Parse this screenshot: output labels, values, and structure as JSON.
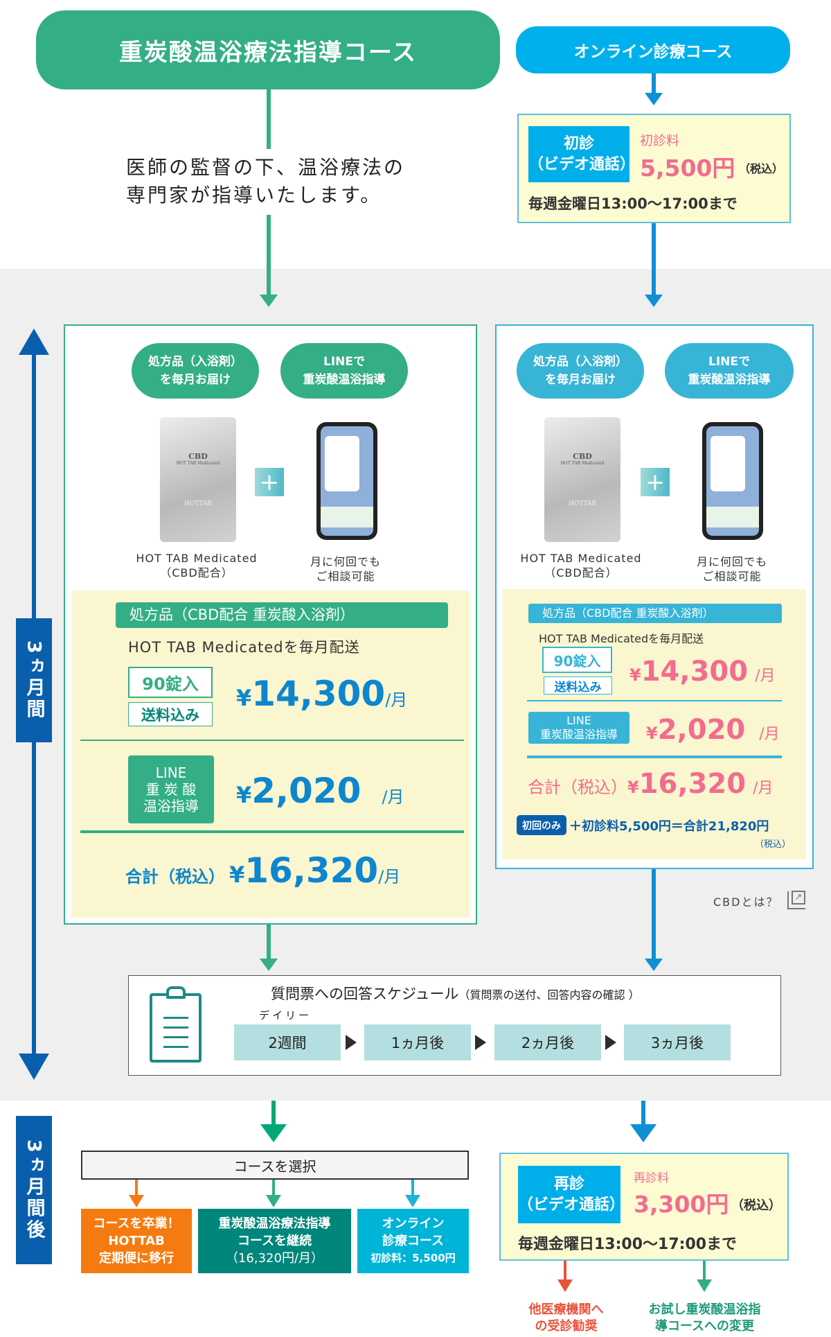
{
  "colors": {
    "green": "#33ae86",
    "teal": "#00867a",
    "cyan": "#00b0ec",
    "blue": "#0f8fd6",
    "pink": "#f26c8f",
    "navy": "#0a5fad",
    "orange": "#f57b10"
  },
  "left_course": {
    "title": "重炭酸温浴療法指導コース",
    "description": [
      "医師の監督の下、温浴療法の",
      "専門家が指導いたします。"
    ],
    "pills": [
      [
        "処方品（入浴剤）",
        "を毎月お届け"
      ],
      [
        "LINEで",
        "重炭酸温浴指導"
      ]
    ],
    "bag": {
      "brand": "CBD",
      "name": "HOT TAB Medicated",
      "logo": "HOTTAB"
    },
    "plus": "+",
    "product_caption": [
      "HOT TAB Medicated",
      "（CBD配合）"
    ],
    "line_caption": [
      "月に何回でも",
      "ご相談可能"
    ],
    "section_label": "処方品（CBD配合 重炭酸入浴剤）",
    "delivery": "HOT TAB Medicatedを毎月配送",
    "count_badge": "90錠入",
    "shipping_badge": "送料込み",
    "product_price": {
      "yen": "¥",
      "amount": "14,300",
      "unit": "/月"
    },
    "line_badge": [
      "LINE",
      "重 炭 酸",
      "温浴指導"
    ],
    "line_price": {
      "yen": "¥",
      "amount": "2,020",
      "unit": "/月"
    },
    "total": {
      "label": "合計（税込）",
      "yen": "¥",
      "amount": "16,320",
      "unit": "/月"
    }
  },
  "right_course": {
    "title": "オンライン診療コース",
    "first_visit": {
      "label": [
        "初診",
        "（ビデオ通話）"
      ],
      "fee_label": "初診料",
      "fee": "5,500円",
      "tax": "（税込）",
      "schedule": "毎週金曜日13:00〜17:00まで"
    },
    "pills": [
      [
        "処方品（入浴剤）",
        "を毎月お届け"
      ],
      [
        "LINEで",
        "重炭酸温浴指導"
      ]
    ],
    "bag": {
      "brand": "CBD",
      "name": "HOT TAB Medicated",
      "logo": "HOTTAB"
    },
    "plus": "+",
    "product_caption": [
      "HOT TAB Medicated",
      "（CBD配合）"
    ],
    "line_caption": [
      "月に何回でも",
      "ご相談可能"
    ],
    "section_label": "処方品（CBD配合 重炭酸入浴剤）",
    "delivery": "HOT TAB Medicatedを毎月配送",
    "count_badge": "90錠入",
    "shipping_badge": "送料込み",
    "product_price": {
      "yen": "¥",
      "amount": "14,300",
      "unit": "/月"
    },
    "line_badge": [
      "LINE",
      "重炭酸温浴指導"
    ],
    "line_price": {
      "yen": "¥",
      "amount": "2,020",
      "unit": "/月"
    },
    "total": {
      "label": "合計（税込）",
      "yen": "¥",
      "amount": "16,320",
      "unit": "/月"
    },
    "first_only_badge": "初回のみ",
    "first_only_text": "＋初診料5,500円＝合計21,820円",
    "first_only_tax": "（税込）",
    "cbd_link": "CBDとは？"
  },
  "period_label": "3ヵ月間",
  "after_label": "3ヵ月間後",
  "schedule": {
    "title": "質問票への回答スケジュール",
    "subtitle": "（質問票の送付、回答内容の確認 ）",
    "daily": "デイリー",
    "steps": [
      "2週間",
      "1ヵ月後",
      "2ヵ月後",
      "3ヵ月後"
    ]
  },
  "after": {
    "choose": "コースを選択",
    "options": [
      [
        "コースを卒業！",
        "HOTTAB",
        "定期便に移行"
      ],
      [
        "重炭酸温浴療法指導",
        "コースを継続",
        "（16,320円/月）"
      ],
      [
        "オンライン",
        "診療コース",
        "初診料：5,500円"
      ]
    ],
    "revisit": {
      "label": [
        "再診",
        "（ビデオ通話）"
      ],
      "fee_label": "再診料",
      "fee": "3,300円",
      "tax": "（税込）",
      "schedule": "毎週金曜日13:00〜17:00まで"
    },
    "outcomes": [
      [
        "他医療機関へ",
        "の受診勧奨"
      ],
      [
        "お試し重炭酸温浴指",
        "導コースへの変更"
      ]
    ]
  }
}
